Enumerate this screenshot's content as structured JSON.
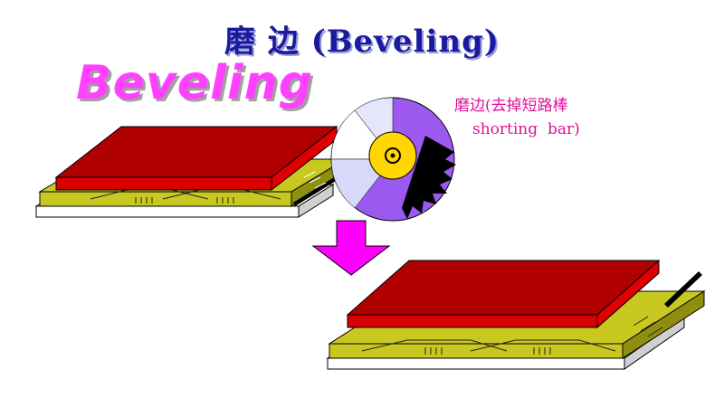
{
  "title": "磨 边 (Beveling)",
  "wordart": "Beveling",
  "caption": {
    "line1": "磨边(去掉短路棒",
    "line2": "shorting  bar)"
  },
  "colors": {
    "title": "#1a1aa0",
    "wordart": "#ff40ff",
    "caption": "#e0109a",
    "panel_top": "#b00000",
    "panel_side": "#d80000",
    "glass_base": "#c8c820",
    "glass_base_side": "#8e8e10",
    "arrow": "#ff00ff",
    "wheel_outer": "#9b59f0",
    "wheel_hub": "#ffd600",
    "wheel_light": "#d8d8f8"
  }
}
